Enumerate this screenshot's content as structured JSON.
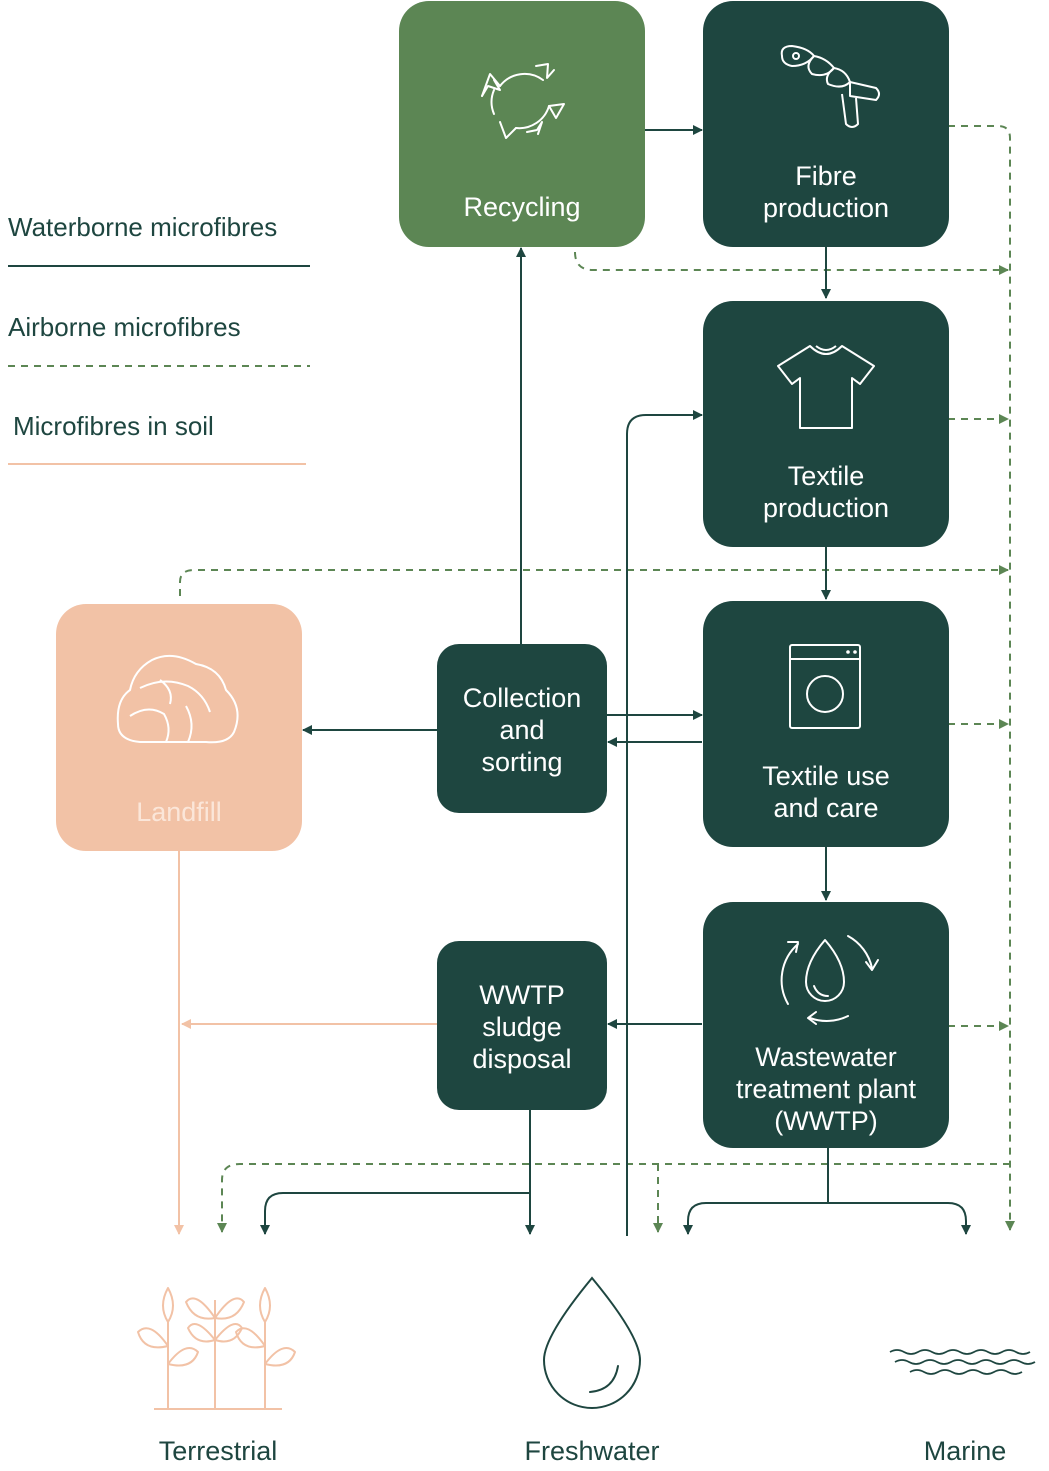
{
  "legend": {
    "waterborne": "Waterborne microfibres",
    "airborne": "Airborne microfibres",
    "soil": "Microfibres in soil"
  },
  "nodes": {
    "recycling": "Recycling",
    "fibre_production_1": "Fibre",
    "fibre_production_2": "production",
    "textile_production_1": "Textile",
    "textile_production_2": "production",
    "textile_use_1": "Textile use",
    "textile_use_2": "and care",
    "collection_1": "Collection",
    "collection_2": "and",
    "collection_3": "sorting",
    "landfill": "Landfill",
    "wwtp_1": "Wastewater",
    "wwtp_2": "treatment plant",
    "wwtp_3": "(WWTP)",
    "sludge_1": "WWTP",
    "sludge_2": "sludge",
    "sludge_3": "disposal"
  },
  "destinations": {
    "terrestrial": "Terrestrial",
    "freshwater": "Freshwater",
    "marine": "Marine"
  },
  "colors": {
    "dark_green": "#1e4640",
    "recycling_green": "#5c8654",
    "landfill_peach": "#f2c2a6",
    "airborne_dashed": "#5c8654",
    "soil_line": "#f2c2a6"
  },
  "icons": [
    "recycle-icon",
    "yarn-icon",
    "tshirt-icon",
    "washing-machine-icon",
    "water-cycle-icon",
    "textile-waste-icon",
    "plants-icon",
    "water-drop-icon",
    "waves-icon"
  ]
}
